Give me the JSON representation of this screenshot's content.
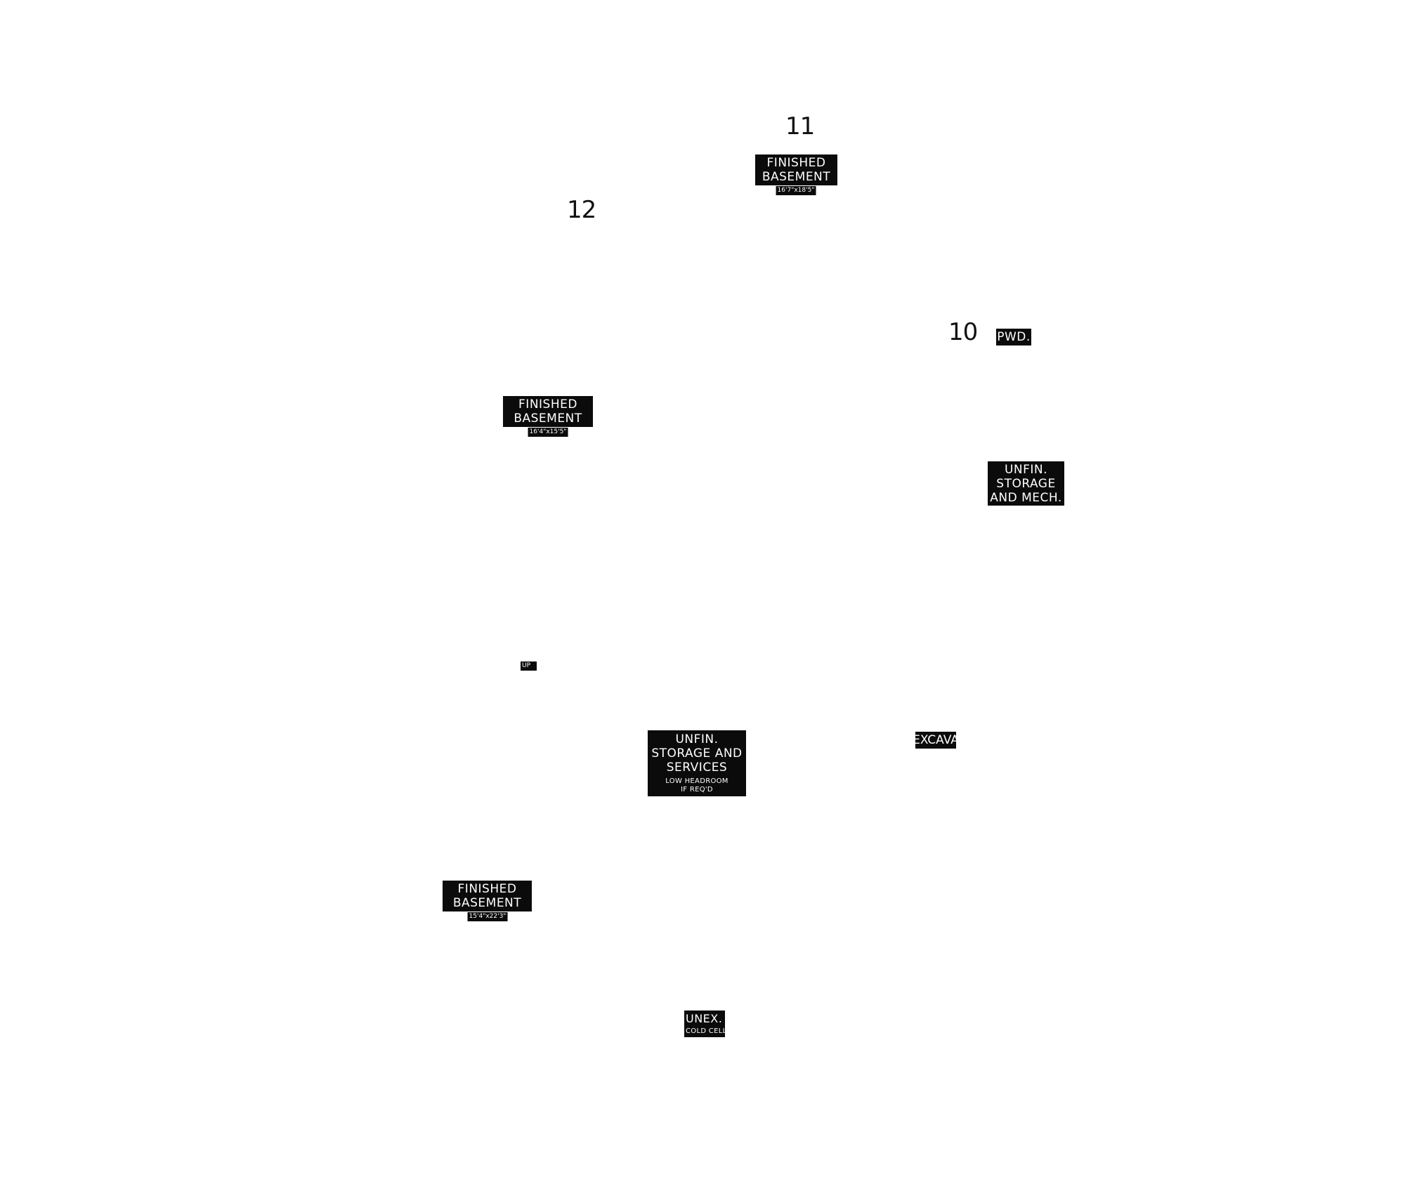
{
  "room_numbers": [
    "11",
    "12",
    "10"
  ],
  "rooms": {
    "finished_basement_top": {
      "label_line1": "FINISHED",
      "label_line2": "BASEMENT",
      "dims": "16'7\"x18'5\""
    },
    "finished_basement_mid": {
      "label_line1": "FINISHED",
      "label_line2": "BASEMENT",
      "dims": "16'4\"x15'5\""
    },
    "finished_basement_low": {
      "label_line1": "FINISHED",
      "label_line2": "BASEMENT",
      "dims": "15'4\"x22'3\""
    },
    "powder": {
      "label": "PWD."
    },
    "unfin_storage_mech": {
      "line1": "UNFIN.",
      "line2": "STORAGE",
      "line3": "AND MECH."
    },
    "stair": {
      "label": "UP"
    },
    "unfin_storage_services": {
      "line1": "UNFIN.",
      "line2": "STORAGE AND",
      "line3": "SERVICES",
      "note1": "LOW HEADROOM",
      "note2": "IF REQ'D"
    },
    "unexcavated": {
      "label": "EXCAVA"
    },
    "cold_cellar": {
      "label": "UNEX.",
      "note": "COLD CELL"
    }
  },
  "colors": {
    "tag_background": "#0b0b0b",
    "tag_text": "#ffffff",
    "number_text": "#111111",
    "background": "#ffffff"
  }
}
